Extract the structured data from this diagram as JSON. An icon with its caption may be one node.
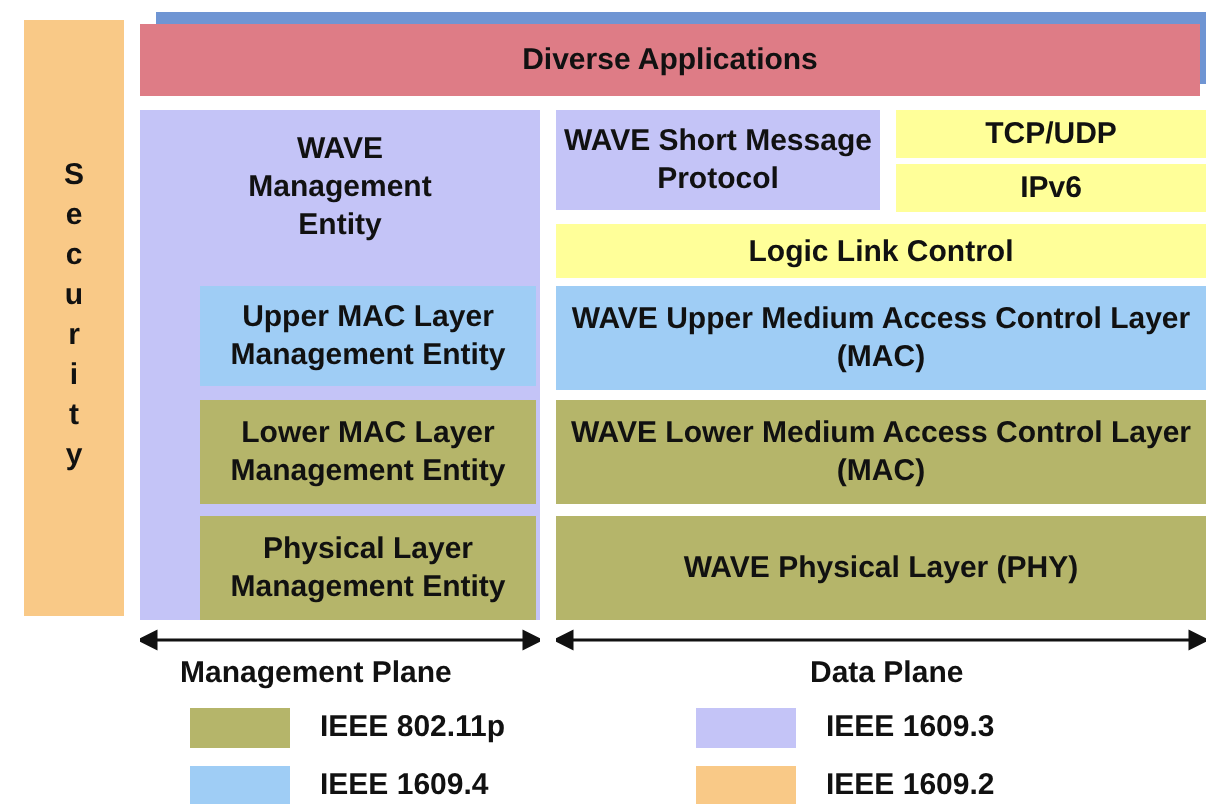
{
  "diagram": {
    "nodes": [
      {
        "text": [
          "Security"
        ]
      },
      {
        "text": [
          "Diverse Applications"
        ]
      },
      {
        "text": [
          "WAVE Management Entity"
        ]
      },
      {
        "text": [
          "Upper MAC Layer Management Entity"
        ],
        "in": 2
      },
      {
        "text": [
          "Lower MAC Layer Management Entity"
        ],
        "in": 2
      },
      {
        "text": [
          "Physical Layer Management Entity"
        ],
        "in": 2
      },
      {
        "text": [
          "WAVE Short Message Protocol"
        ]
      },
      {
        "text": [
          "TCP/UDP"
        ]
      },
      {
        "text": [
          "IPv6"
        ]
      },
      {
        "text": [
          "Logic Link Control"
        ]
      },
      {
        "text": [
          "WAVE Upper Medium Access Control Layer (MAC)"
        ]
      },
      {
        "text": [
          "WAVE Lower Medium Access Control Layer (MAC)"
        ]
      },
      {
        "text": [
          "WAVE Physical Layer (PHY)"
        ]
      }
    ],
    "edges": [],
    "labels": [
      "Management Plane",
      "Data Plane"
    ],
    "legend": [
      {
        "text": "IEEE 802.11p",
        "color": "#b5b56a"
      },
      {
        "text": "IEEE 1609.3",
        "color": "#c4c4f7"
      },
      {
        "text": "IEEE 1609.4",
        "color": "#9fcdf5"
      },
      {
        "text": "IEEE 1609.2",
        "color": "#f9c987"
      }
    ]
  }
}
